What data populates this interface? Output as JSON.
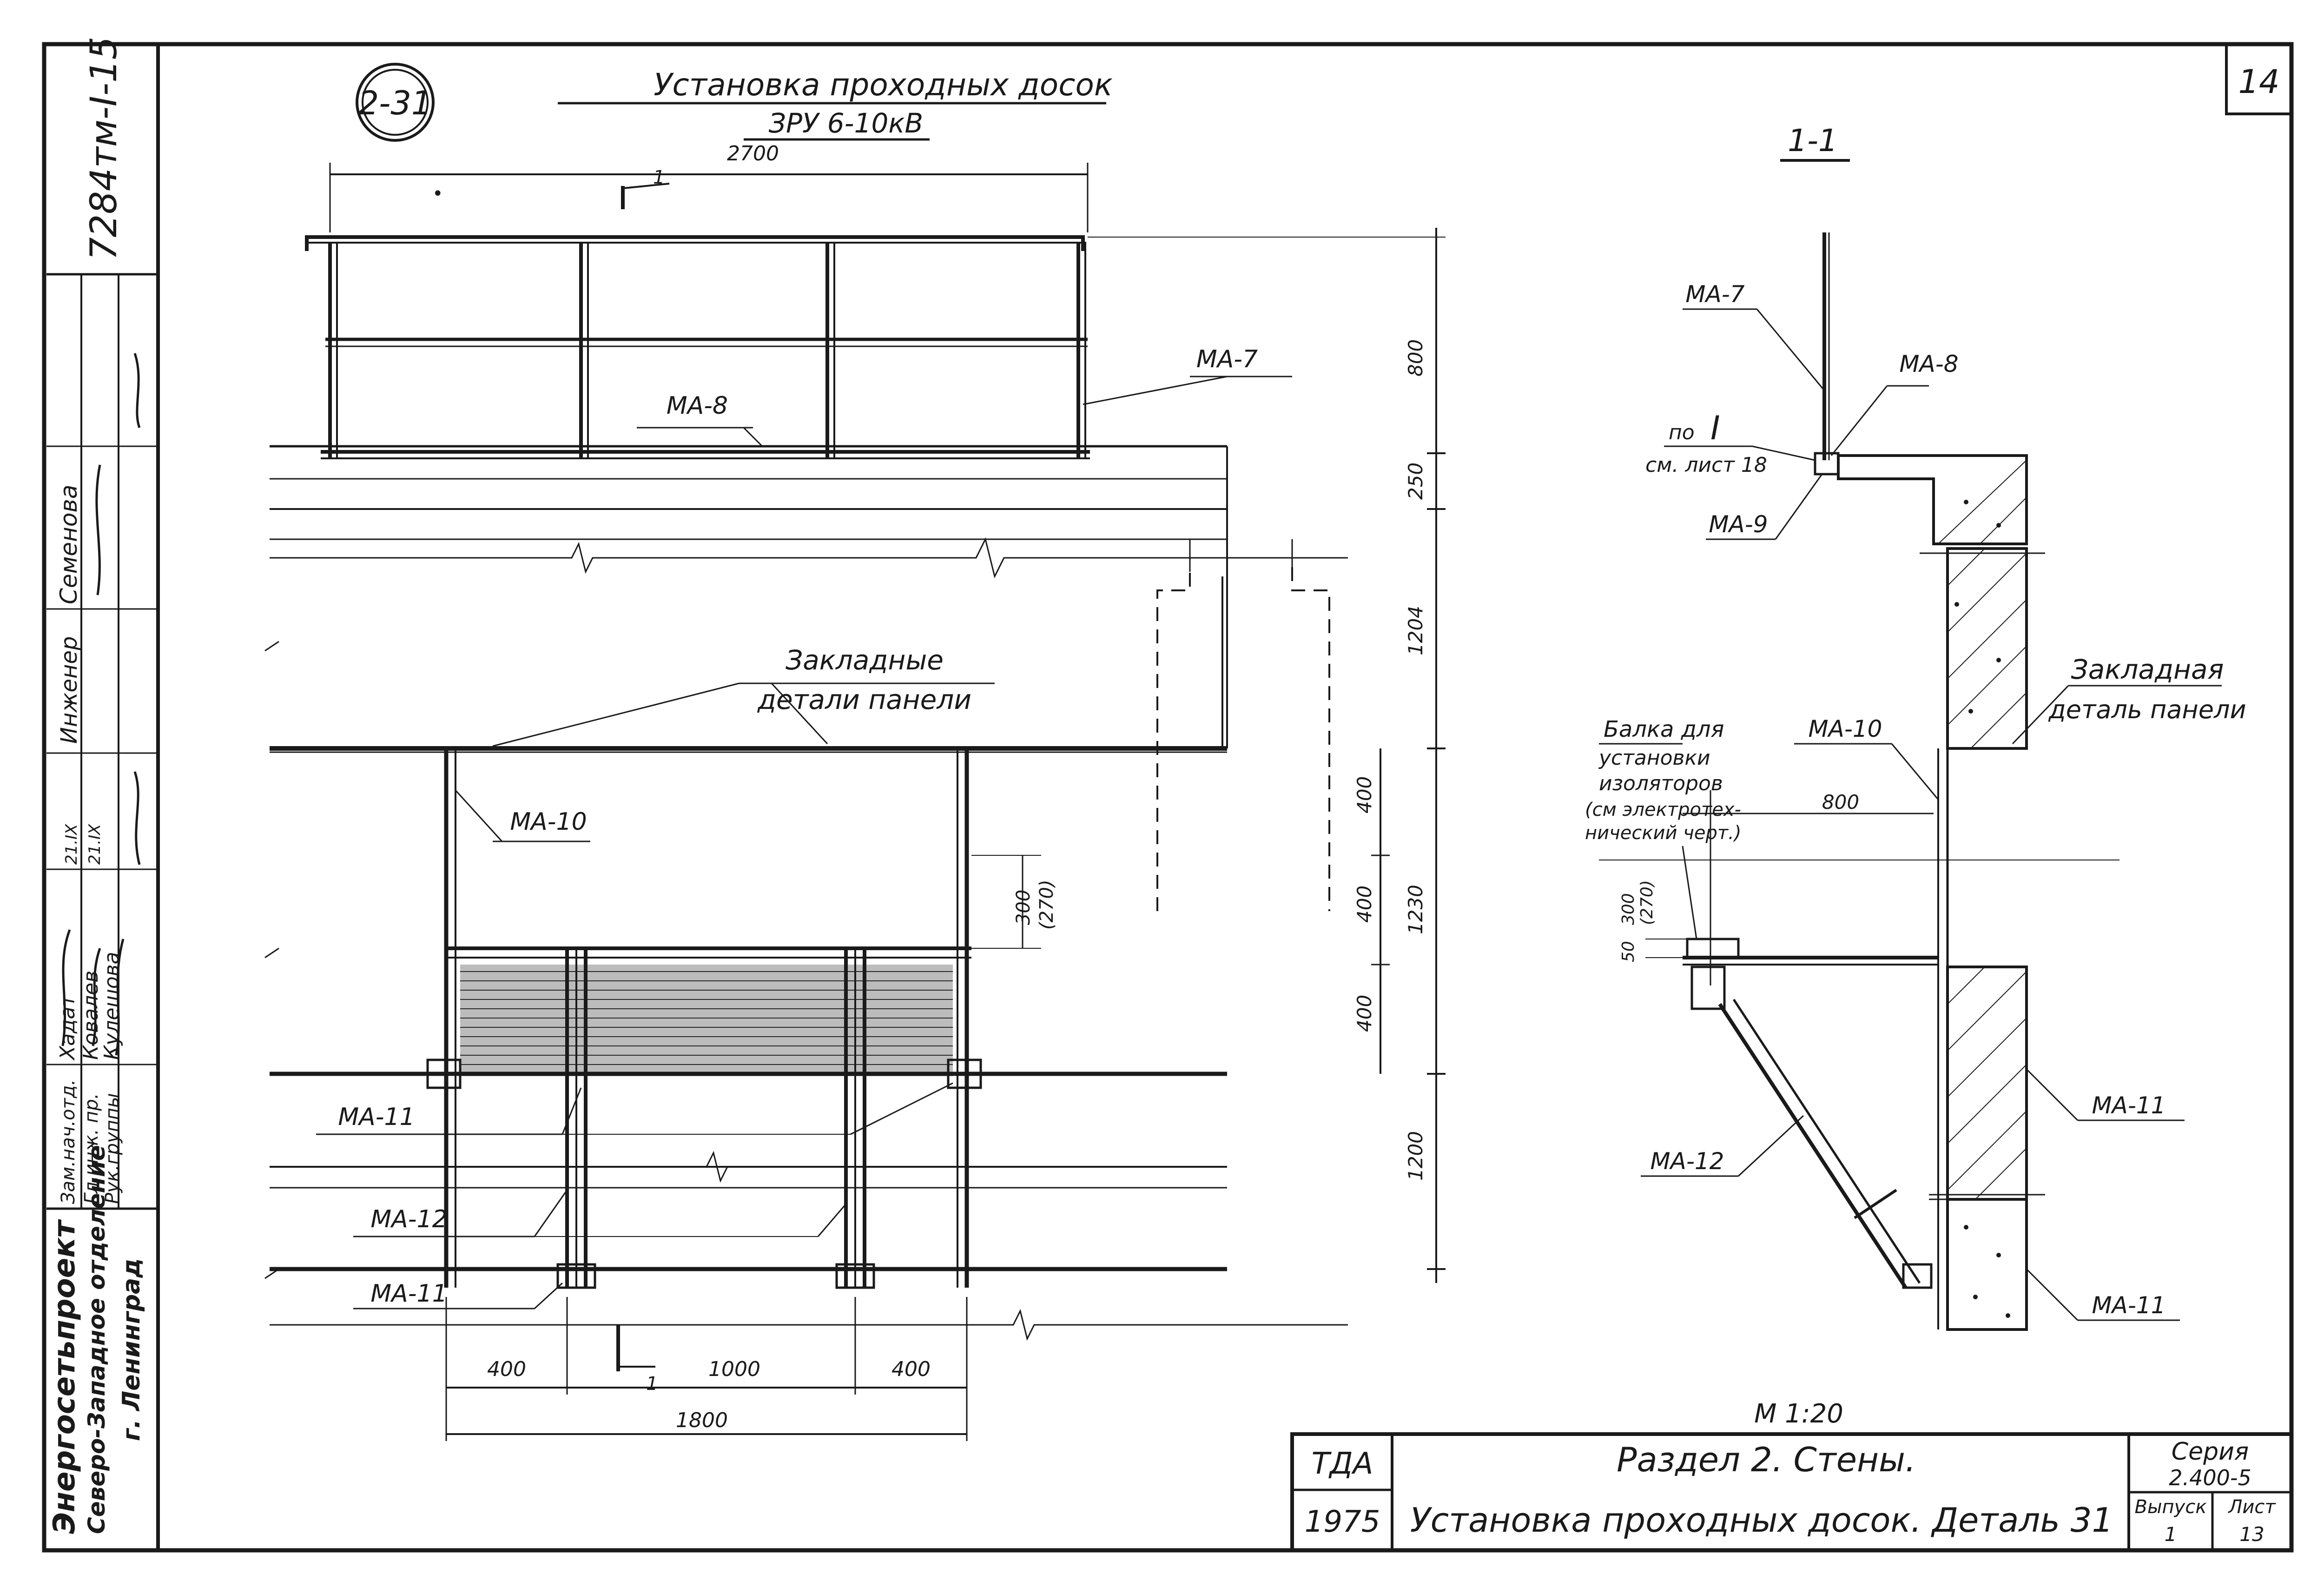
{
  "drawing": {
    "detail_ref": "2-31",
    "title_line1": "Установка проходных досок",
    "title_line2": "ЗРУ 6-10кВ",
    "sheet_corner_no": "14",
    "section_label": "1-1",
    "section_marker": "1",
    "scale": "М 1:20"
  },
  "dimensions": {
    "overall_top": "2700",
    "height_800": "800",
    "height_250": "250",
    "height_1204": "1204",
    "height_400a": "400",
    "height_400b": "400",
    "height_400c": "400",
    "height_1230": "1230",
    "height_1200": "1200",
    "offset_300": "300",
    "offset_270": "(270)",
    "bottom_400_left": "400",
    "bottom_1000": "1000",
    "bottom_400_right": "400",
    "bottom_1800": "1800",
    "sec_800": "800",
    "sec_300": "300",
    "sec_270": "(270)",
    "sec_50": "50"
  },
  "callouts": {
    "ma7": "МА-7",
    "ma8": "МА-8",
    "ma9": "МА-9",
    "ma10": "МА-10",
    "ma11": "МА-11",
    "ma12": "МА-12",
    "embedded_plural_1": "Закладные",
    "embedded_plural_2": "детали панели",
    "embedded_single_1": "Закладная",
    "embedded_single_2": "деталь панели",
    "ref_I_1": "по",
    "ref_I_numeral": "I",
    "ref_I_2": "см. лист 18",
    "beam_1": "Балка для",
    "beam_2": "установки",
    "beam_3": "изоляторов",
    "beam_4": "(см электротех-",
    "beam_5": "нический черт.)"
  },
  "side_stamp": {
    "project_code": "7284тм-I-15",
    "org_1": "Энергосетьпроект",
    "org_2": "Северо-Западное отделение",
    "org_3": "г. Ленинград",
    "role_1": "Зам.нач.отд.",
    "role_2": "Гл.инж. пр.",
    "role_3": "Рук.группы",
    "name_1": "Хадат",
    "name_2": "Ковалев",
    "name_3": "Кулешова",
    "name_4": "Семенова",
    "name_5": "Инженер",
    "date_1": "21.IX",
    "date_2": "21.IX"
  },
  "title_block": {
    "org": "ТДА",
    "year": "1975",
    "line1": "Раздел 2.   Стены.",
    "line2": "Установка проходных досок.   Деталь 31",
    "series_label": "Серия",
    "series_value": "2.400-5",
    "issue_label": "Выпуск",
    "issue_value": "1",
    "sheet_label": "Лист",
    "sheet_value": "13"
  }
}
